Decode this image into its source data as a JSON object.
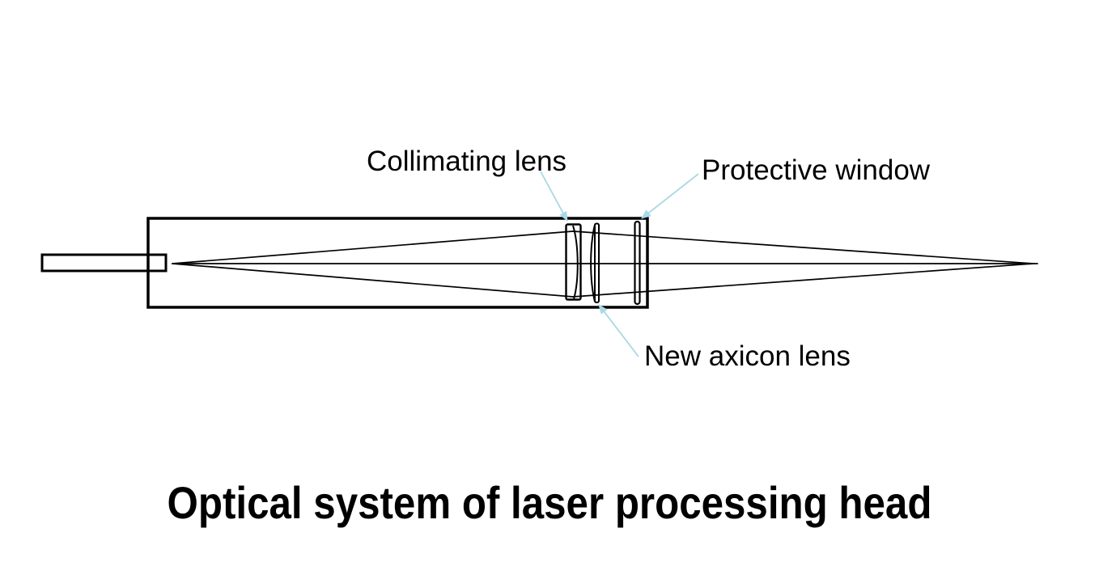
{
  "diagram": {
    "title": "Optical system of laser processing head",
    "labels": {
      "collimating_lens": "Collimating lens",
      "protective_window": "Protective window",
      "new_axicon_lens": "New axicon lens"
    },
    "colors": {
      "line": "#000000",
      "text": "#000000",
      "leader": "#a9d8e6",
      "background": "#ffffff"
    }
  }
}
